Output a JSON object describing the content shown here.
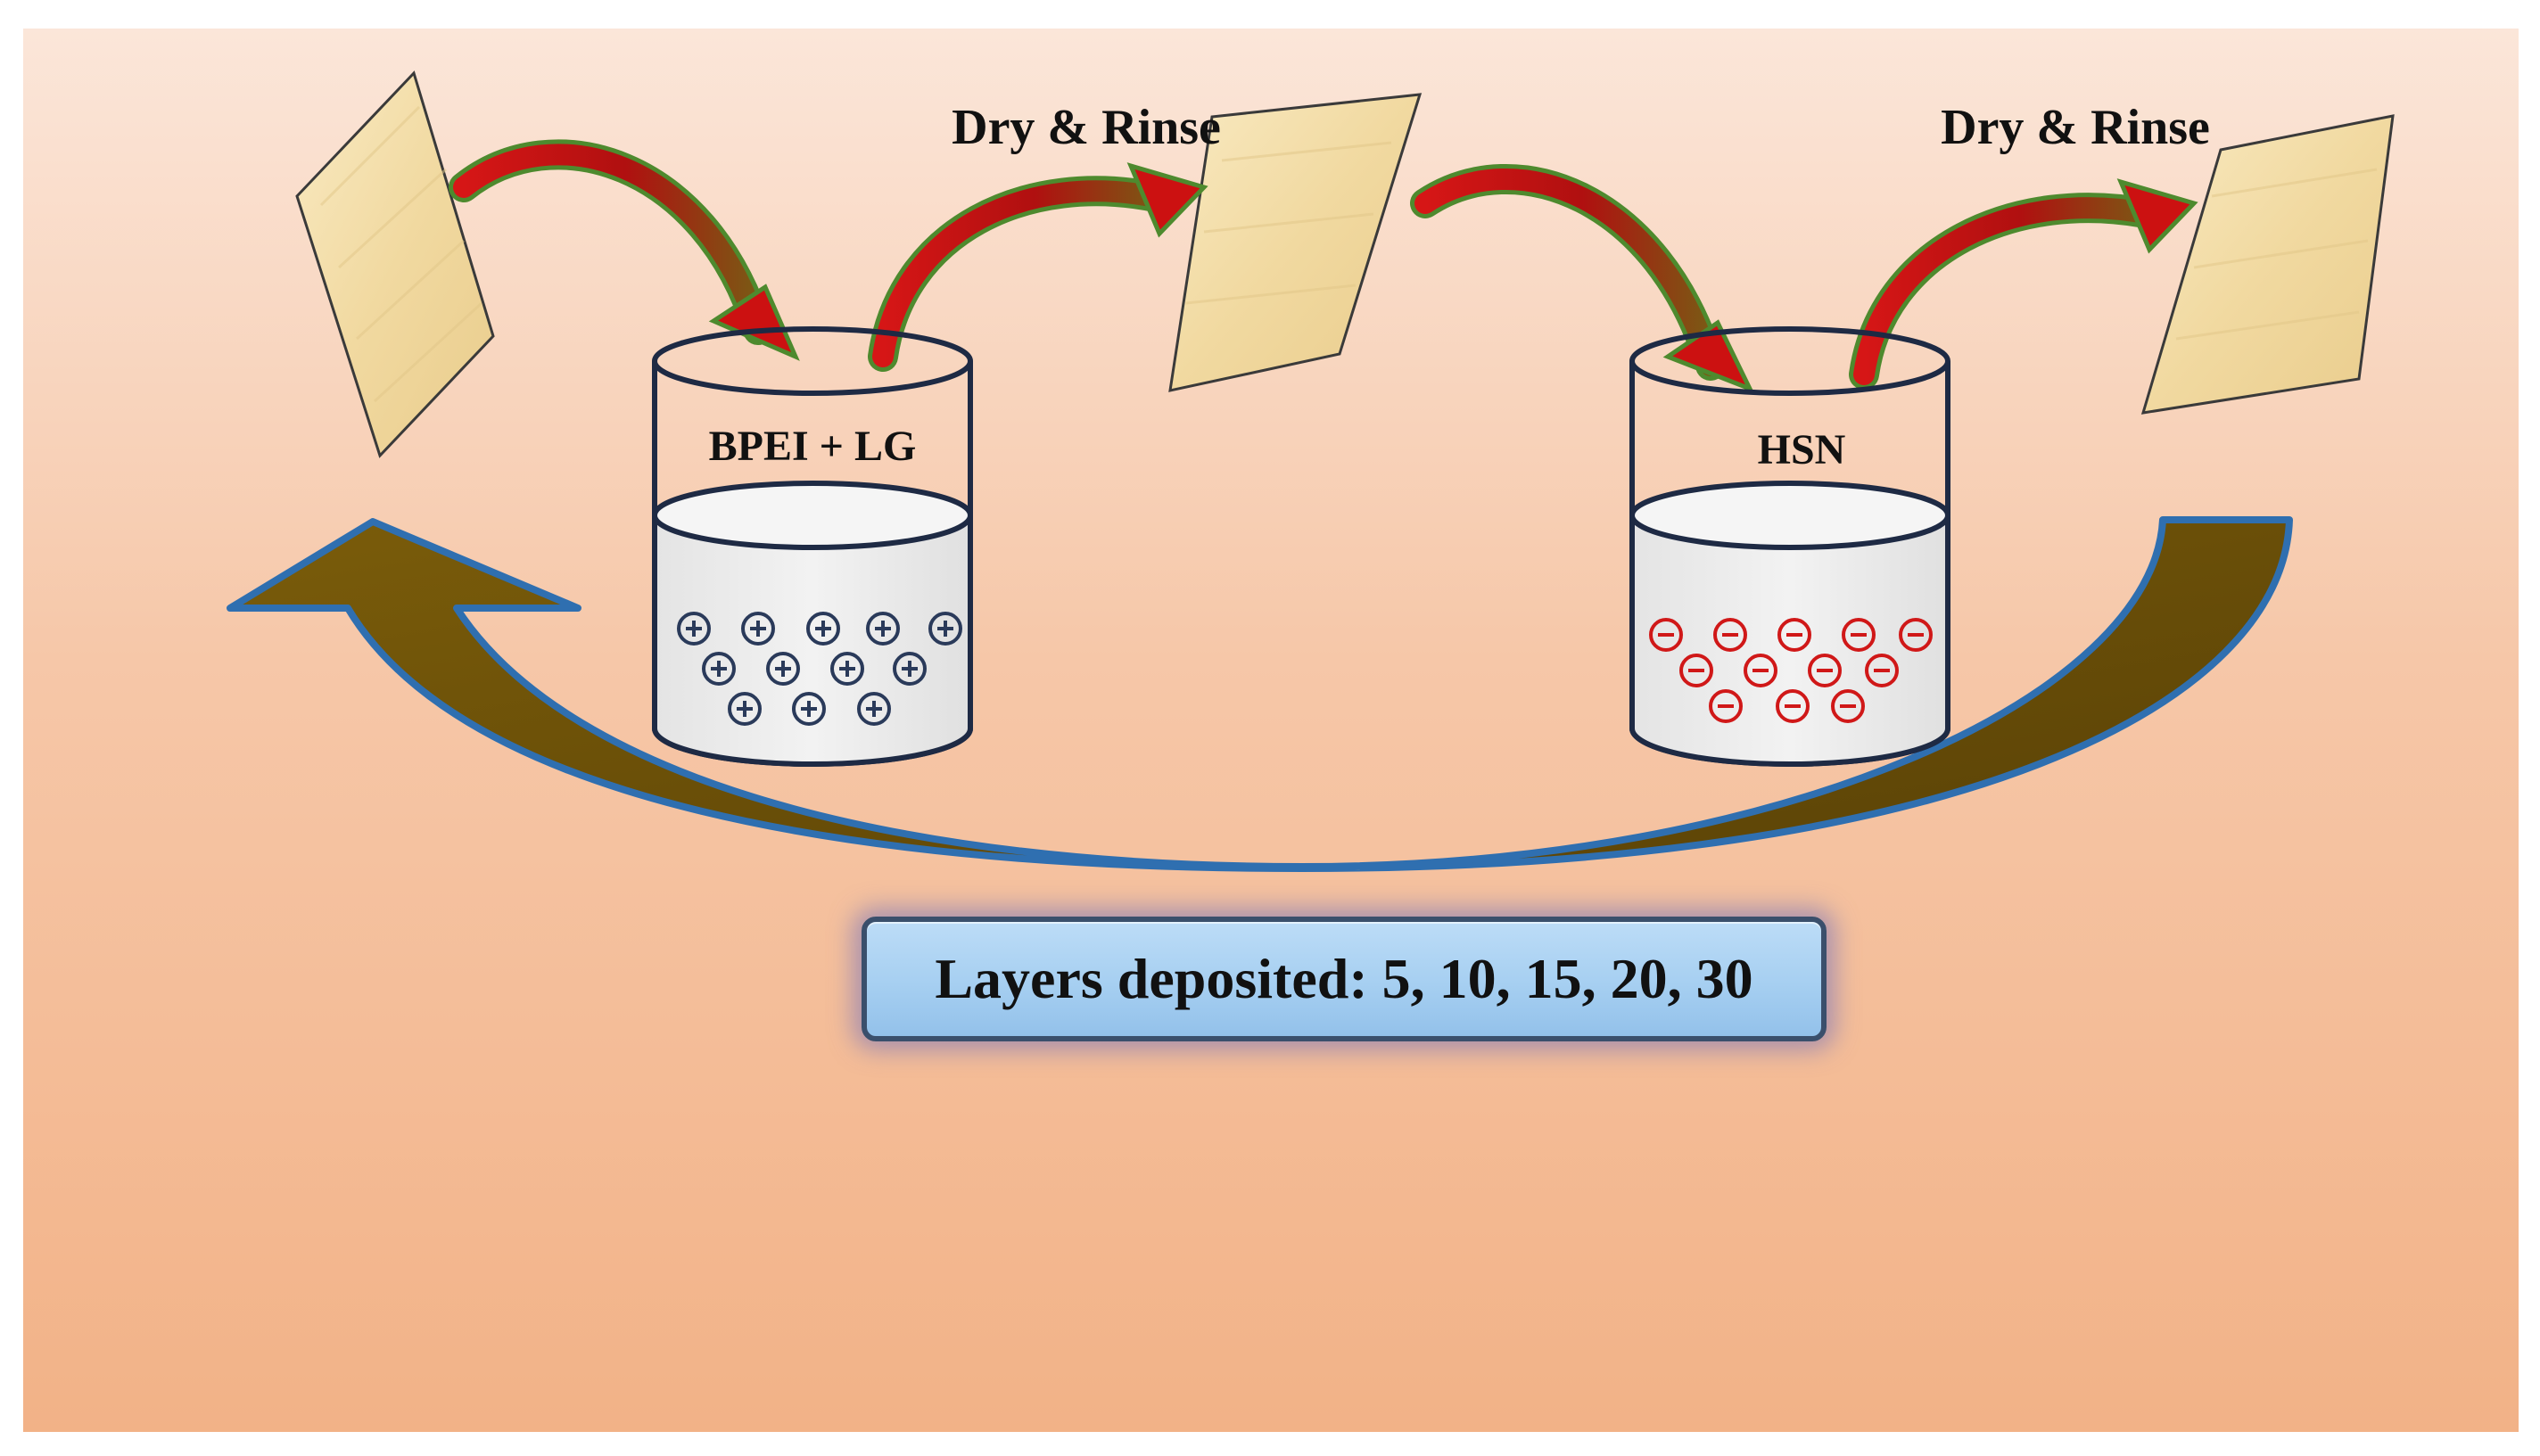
{
  "labels": {
    "step1": "Dry & Rinse",
    "step2": "Dry & Rinse",
    "beaker1": "BPEI + LG",
    "beaker2": "HSN",
    "layers": "Layers deposited: 5, 10, 15, 20, 30"
  },
  "beakers": {
    "positive": {
      "charge": "+",
      "count": 12,
      "color": "#2a3a5a"
    },
    "negative": {
      "charge": "-",
      "count": 12,
      "color": "#d01818"
    }
  },
  "colors": {
    "background_top": "#fbe6d9",
    "background_bottom": "#f2b287",
    "arrow_fill": "#cc1111",
    "arrow_edge": "#4e8a2e",
    "cycle_arrow_fill": "#6e5208",
    "cycle_arrow_edge": "#2f6fb0",
    "label_box": "#a9d1f2"
  }
}
